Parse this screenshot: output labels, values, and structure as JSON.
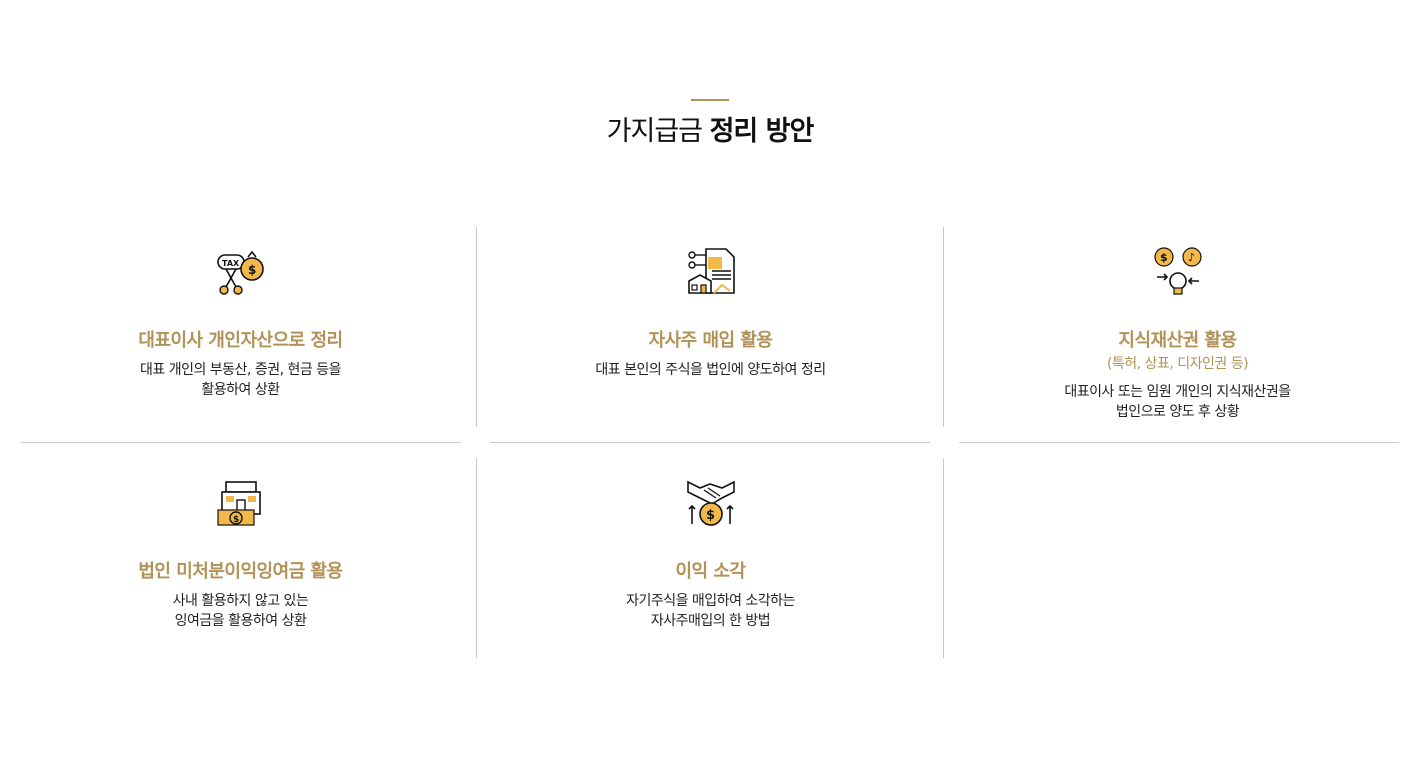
{
  "section": {
    "title_light": "가지급금 ",
    "title_bold": "정리 방안"
  },
  "items": [
    {
      "icon": "tax-scissors-icon",
      "heading": "대표이사 개인자산으로 정리",
      "desc_line1": "대표 개인의 부동산, 증권, 현금 등을",
      "desc_line2": "활용하여 상환"
    },
    {
      "icon": "stock-document-icon",
      "heading": "자사주 매입 활용",
      "desc_line1": "대표 본인의 주식을 법인에 양도하여 정리"
    },
    {
      "icon": "lightbulb-money-icon",
      "heading": "지식재산권 활용",
      "subheading": "(특허, 상표, 디자인권 등)",
      "desc_line1": "대표이사 또는 임원 개인의 지식재산권을",
      "desc_line2": "법인으로 양도 후 상황"
    },
    {
      "icon": "building-money-icon",
      "heading": "법인 미처분이익잉여금 활용",
      "desc_line1": "사내 활용하지 않고 있는",
      "desc_line2": "잉여금을 활용하여 상환"
    },
    {
      "icon": "handshake-coin-icon",
      "heading": "이익 소각",
      "desc_line1": "자기주식을 매입하여 소각하는",
      "desc_line2": "자사주매입의 한 방법"
    }
  ],
  "colors": {
    "accent": "#b39257",
    "icon_fill": "#f2b94a",
    "divider": "#c9c9c9"
  }
}
